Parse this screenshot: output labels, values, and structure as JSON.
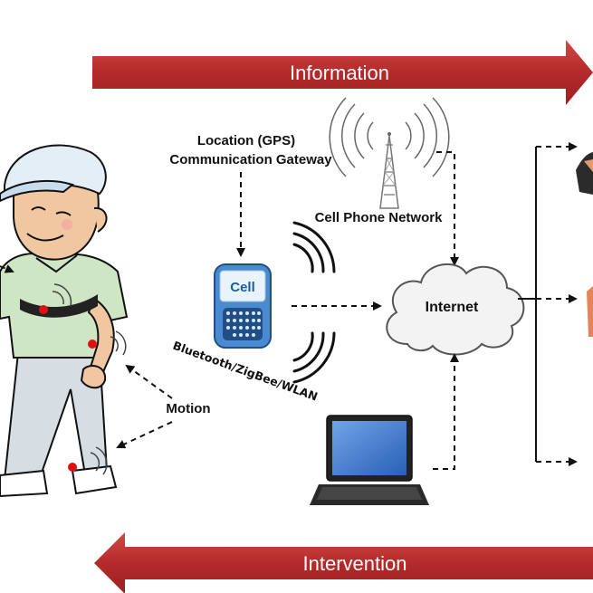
{
  "arrows": {
    "top_label": "Information",
    "bottom_label": "Intervention",
    "color": "#b82e2e"
  },
  "labels": {
    "gps_line1": "Location (GPS)",
    "gps_line2": "Communication Gateway",
    "cell_network": "Cell Phone Network",
    "internet": "Internet",
    "wireless": "Bluetooth/ZigBee/WLAN",
    "motion": "Motion",
    "cell_screen": "Cell"
  },
  "icons": {
    "tower": "cell-tower-icon",
    "phone": "cell-phone-icon",
    "laptop": "laptop-icon",
    "cloud": "internet-cloud-icon",
    "person": "patient-figure-icon",
    "sensor": "wearable-sensor-icon"
  },
  "colors": {
    "sensor": "#e01010",
    "phone_body": "#3b7fc4",
    "laptop_screen": "#3a76c8"
  }
}
